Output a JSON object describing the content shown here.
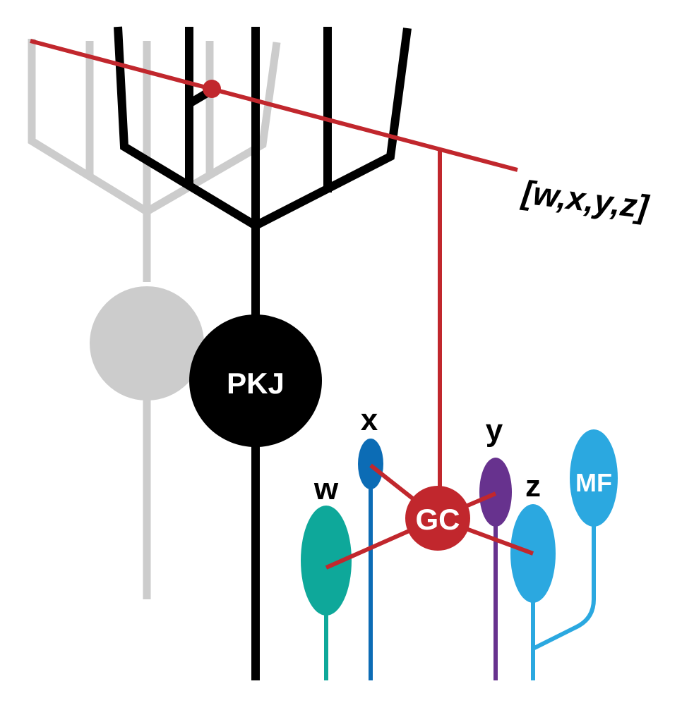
{
  "labels": {
    "purkinje": "PKJ",
    "granule_cell": "GC",
    "mossy_fiber": "MF",
    "input_w": "w",
    "input_x": "x",
    "input_y": "y",
    "input_z": "z",
    "parallel_fiber_vector": "[w,x,y,z]"
  },
  "colors": {
    "background_purkinje": "#cccccc",
    "purkinje": "#000000",
    "granule_cell": "#c1272d",
    "parallel_fiber": "#c1272d",
    "input_w": "#0ea89a",
    "input_x": "#0c6cb5",
    "input_y": "#67328e",
    "input_z": "#2ba8e0",
    "mossy_fiber": "#2ba8e0",
    "label_text": "#000000",
    "cell_label_text": "#ffffff"
  }
}
